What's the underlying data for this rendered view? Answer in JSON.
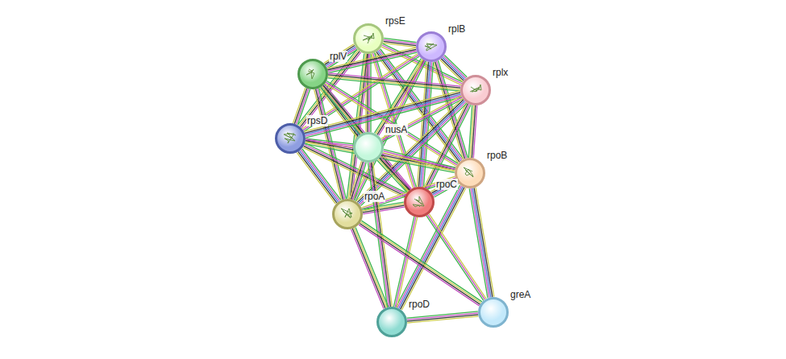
{
  "diagram": {
    "nodes": [
      {
        "text": [
          "rpsE"
        ]
      },
      {
        "text": [
          "rplB"
        ]
      },
      {
        "text": [
          "rplV"
        ]
      },
      {
        "text": [
          "rplx"
        ]
      },
      {
        "text": [
          "rpsD"
        ]
      },
      {
        "text": [
          "nusA"
        ]
      },
      {
        "text": [
          "rpoB"
        ]
      },
      {
        "text": [
          "rpoC"
        ]
      },
      {
        "text": [
          "rpoA"
        ]
      },
      {
        "text": [
          "rpoD"
        ]
      },
      {
        "text": [
          "greA"
        ]
      }
    ],
    "edges": [
      {
        "from": 0,
        "to": 1,
        "arrow": "none"
      },
      {
        "from": 0,
        "to": 2,
        "arrow": "none"
      },
      {
        "from": 0,
        "to": 3,
        "arrow": "none"
      },
      {
        "from": 0,
        "to": 4,
        "arrow": "none"
      },
      {
        "from": 0,
        "to": 5,
        "arrow": "none"
      },
      {
        "from": 0,
        "to": 6,
        "arrow": "none"
      },
      {
        "from": 0,
        "to": 7,
        "arrow": "none"
      },
      {
        "from": 0,
        "to": 8,
        "arrow": "none"
      },
      {
        "from": 1,
        "to": 2,
        "arrow": "none"
      },
      {
        "from": 1,
        "to": 3,
        "arrow": "none"
      },
      {
        "from": 1,
        "to": 4,
        "arrow": "none"
      },
      {
        "from": 1,
        "to": 5,
        "arrow": "none"
      },
      {
        "from": 1,
        "to": 6,
        "arrow": "none"
      },
      {
        "from": 1,
        "to": 7,
        "arrow": "none"
      },
      {
        "from": 1,
        "to": 8,
        "arrow": "none"
      },
      {
        "from": 2,
        "to": 3,
        "arrow": "none"
      },
      {
        "from": 2,
        "to": 4,
        "arrow": "none"
      },
      {
        "from": 2,
        "to": 5,
        "arrow": "none"
      },
      {
        "from": 2,
        "to": 6,
        "arrow": "none"
      },
      {
        "from": 2,
        "to": 7,
        "arrow": "none"
      },
      {
        "from": 2,
        "to": 8,
        "arrow": "none"
      },
      {
        "from": 3,
        "to": 4,
        "arrow": "none"
      },
      {
        "from": 3,
        "to": 5,
        "arrow": "none"
      },
      {
        "from": 3,
        "to": 6,
        "arrow": "none"
      },
      {
        "from": 3,
        "to": 7,
        "arrow": "none"
      },
      {
        "from": 3,
        "to": 8,
        "arrow": "none"
      },
      {
        "from": 4,
        "to": 5,
        "arrow": "none"
      },
      {
        "from": 4,
        "to": 6,
        "arrow": "none"
      },
      {
        "from": 4,
        "to": 7,
        "arrow": "none"
      },
      {
        "from": 4,
        "to": 8,
        "arrow": "none"
      },
      {
        "from": 5,
        "to": 6,
        "arrow": "none"
      },
      {
        "from": 5,
        "to": 7,
        "arrow": "none"
      },
      {
        "from": 5,
        "to": 8,
        "arrow": "none"
      },
      {
        "from": 6,
        "to": 7,
        "arrow": "none"
      },
      {
        "from": 6,
        "to": 8,
        "arrow": "none"
      },
      {
        "from": 7,
        "to": 8,
        "arrow": "none"
      },
      {
        "from": 9,
        "to": 5,
        "arrow": "none"
      },
      {
        "from": 9,
        "to": 6,
        "arrow": "none"
      },
      {
        "from": 9,
        "to": 7,
        "arrow": "none"
      },
      {
        "from": 9,
        "to": 8,
        "arrow": "none"
      },
      {
        "from": 9,
        "to": 10,
        "arrow": "none"
      },
      {
        "from": 10,
        "to": 6,
        "arrow": "none"
      },
      {
        "from": 10,
        "to": 7,
        "arrow": "none"
      },
      {
        "from": 10,
        "to": 8,
        "arrow": "none"
      }
    ]
  }
}
